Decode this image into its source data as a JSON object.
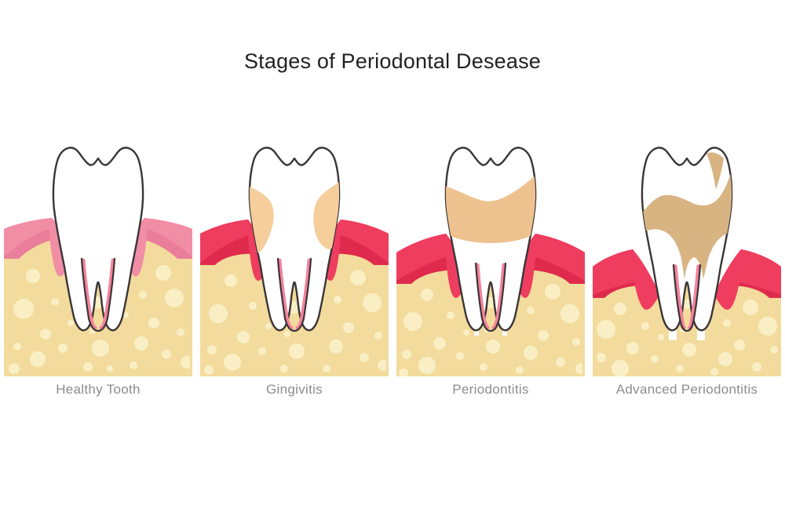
{
  "title": "Stages of Periodontal Desease",
  "background_color": "#ffffff",
  "title_color": "#231f20",
  "label_color": "#8d8d8d",
  "palette": {
    "tooth_enamel": "#ffffff",
    "tooth_outline": "#3b3538",
    "gum_healthy": "#f28da6",
    "gum_healthy_shade": "#ea7d99",
    "gum_inflamed": "#ef3d5f",
    "gum_inflamed_shade": "#e02a4d",
    "ligament_pink": "#f4829c",
    "bone": "#f2db9c",
    "bone_bubble": "#faefc4",
    "plaque_light": "#f5ce9c",
    "plaque_mid": "#e9c08c",
    "tartar_dark": "#d8b483"
  },
  "stages": [
    {
      "id": "healthy-tooth",
      "label": "Healthy Tooth",
      "gum_color": "#f28da6",
      "gum_state": "healthy",
      "gum_line_level": 292,
      "bone_level": 318,
      "plaque": "none",
      "plaque_color": null,
      "bone_loss": "none",
      "severity": 0
    },
    {
      "id": "gingivitis",
      "label": "Gingivitis",
      "gum_color": "#ef3d5f",
      "gum_state": "inflamed",
      "gum_line_level": 288,
      "bone_level": 322,
      "plaque": "light-deposits-on-sides",
      "plaque_color": "#f5ce9c",
      "bone_loss": "minimal",
      "severity": 1
    },
    {
      "id": "periodontitis",
      "label": "Periodontitis",
      "gum_color": "#ef3d5f",
      "gum_state": "inflamed-receding",
      "gum_line_level": 300,
      "bone_level": 350,
      "plaque": "tartar-band-across-crown",
      "plaque_color": "#eec28f",
      "bone_loss": "moderate",
      "severity": 2
    },
    {
      "id": "advanced-periodontitis",
      "label": "Advanced Periodontitis",
      "gum_color": "#ef3d5f",
      "gum_state": "severely-inflamed-receded",
      "gum_line_level": 310,
      "bone_level": 372,
      "plaque": "heavy-tartar-covering-crown-and-roots",
      "plaque_color": "#d8b483",
      "bone_loss": "severe",
      "severity": 3
    }
  ]
}
